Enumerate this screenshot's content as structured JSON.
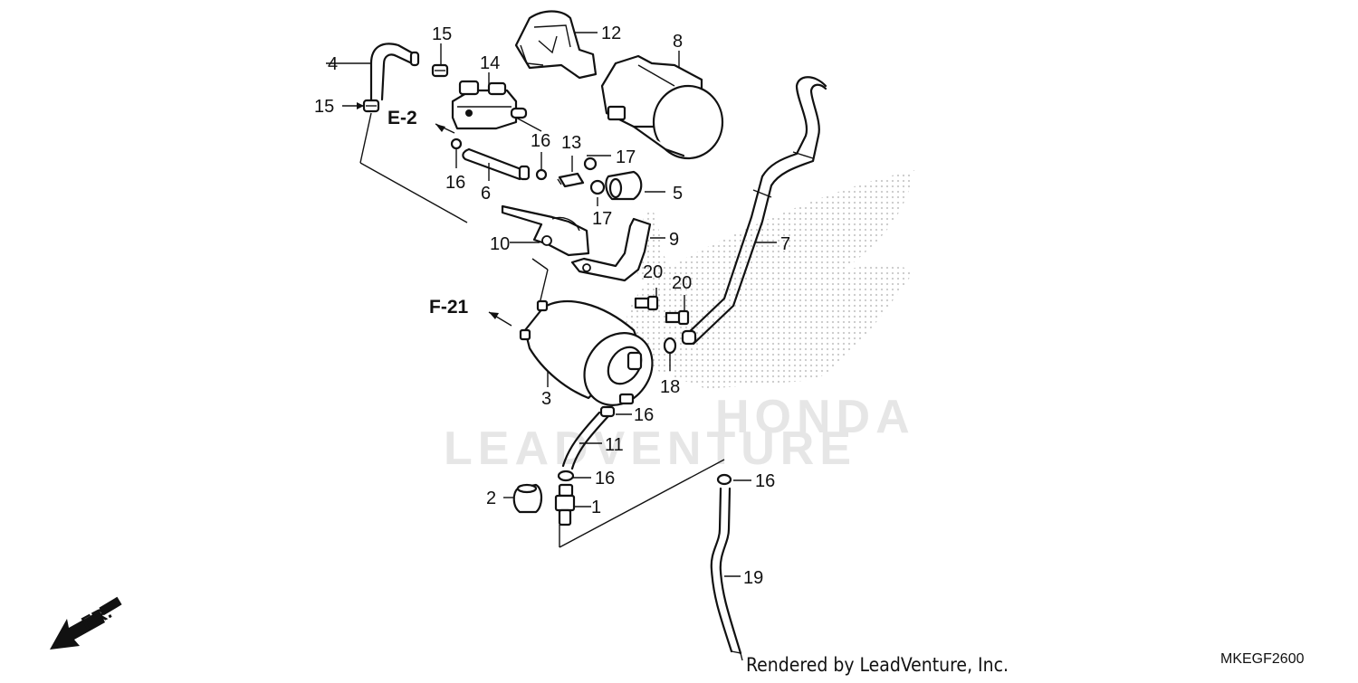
{
  "diagram": {
    "callouts": [
      {
        "id": "c1",
        "text": "1"
      },
      {
        "id": "c2",
        "text": "2"
      },
      {
        "id": "c3",
        "text": "3"
      },
      {
        "id": "c4",
        "text": "4"
      },
      {
        "id": "c5",
        "text": "5"
      },
      {
        "id": "c6",
        "text": "6"
      },
      {
        "id": "c7",
        "text": "7"
      },
      {
        "id": "c8",
        "text": "8"
      },
      {
        "id": "c9",
        "text": "9"
      },
      {
        "id": "c10",
        "text": "10"
      },
      {
        "id": "c11",
        "text": "11"
      },
      {
        "id": "c12",
        "text": "12"
      },
      {
        "id": "c13",
        "text": "13"
      },
      {
        "id": "c14",
        "text": "14"
      },
      {
        "id": "c15a",
        "text": "15"
      },
      {
        "id": "c15b",
        "text": "15"
      },
      {
        "id": "c16a",
        "text": "16"
      },
      {
        "id": "c16b",
        "text": "16"
      },
      {
        "id": "c16c",
        "text": "16"
      },
      {
        "id": "c16d",
        "text": "16"
      },
      {
        "id": "c16e",
        "text": "16"
      },
      {
        "id": "c17a",
        "text": "17"
      },
      {
        "id": "c17b",
        "text": "17"
      },
      {
        "id": "c18",
        "text": "18"
      },
      {
        "id": "c19",
        "text": "19"
      },
      {
        "id": "c20a",
        "text": "20"
      },
      {
        "id": "c20b",
        "text": "20"
      }
    ],
    "references": {
      "e2": "E-2",
      "f21": "F-21"
    },
    "front_arrow_label": "FR.",
    "credit": "Rendered by LeadVenture, Inc.",
    "diagram_code": "MKEGF2600",
    "watermark": {
      "brand": "HONDA",
      "company": "LEADVENTURE",
      "color": "#e6e6e6"
    },
    "colors": {
      "line": "#111111",
      "background": "#ffffff"
    }
  }
}
